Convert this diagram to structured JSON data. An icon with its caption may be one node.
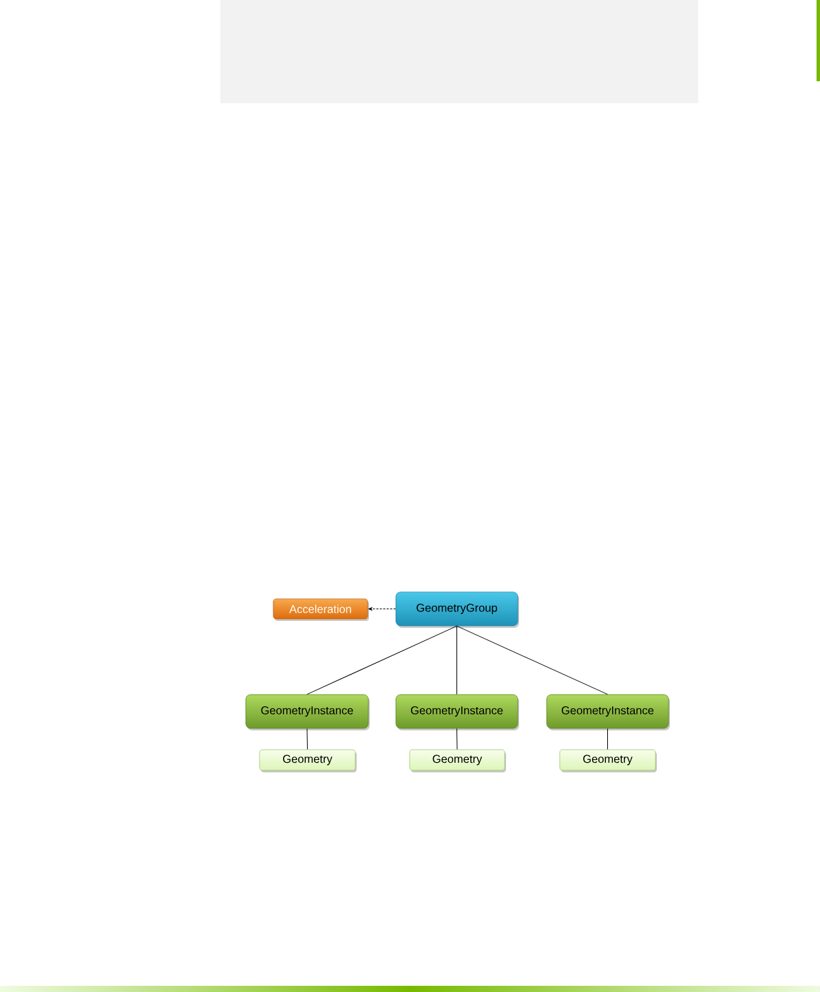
{
  "diagram": {
    "nodes": [
      {
        "text": [
          "Acceleration"
        ]
      },
      {
        "text": [
          "GeometryGroup"
        ]
      },
      {
        "text": [
          "GeometryInstance"
        ]
      },
      {
        "text": [
          "GeometryInstance"
        ]
      },
      {
        "text": [
          "GeometryInstance"
        ]
      },
      {
        "text": [
          "Geometry"
        ]
      },
      {
        "text": [
          "Geometry"
        ]
      },
      {
        "text": [
          "Geometry"
        ]
      }
    ],
    "edges": [
      {
        "from": 1,
        "to": 0,
        "arrow": "to",
        "style": "dashed"
      },
      {
        "from": 1,
        "to": 2,
        "arrow": "none"
      },
      {
        "from": 1,
        "to": 3,
        "arrow": "none"
      },
      {
        "from": 1,
        "to": 4,
        "arrow": "none"
      },
      {
        "from": 2,
        "to": 5,
        "arrow": "none"
      },
      {
        "from": 3,
        "to": 6,
        "arrow": "none"
      },
      {
        "from": 4,
        "to": 7,
        "arrow": "none"
      }
    ]
  }
}
